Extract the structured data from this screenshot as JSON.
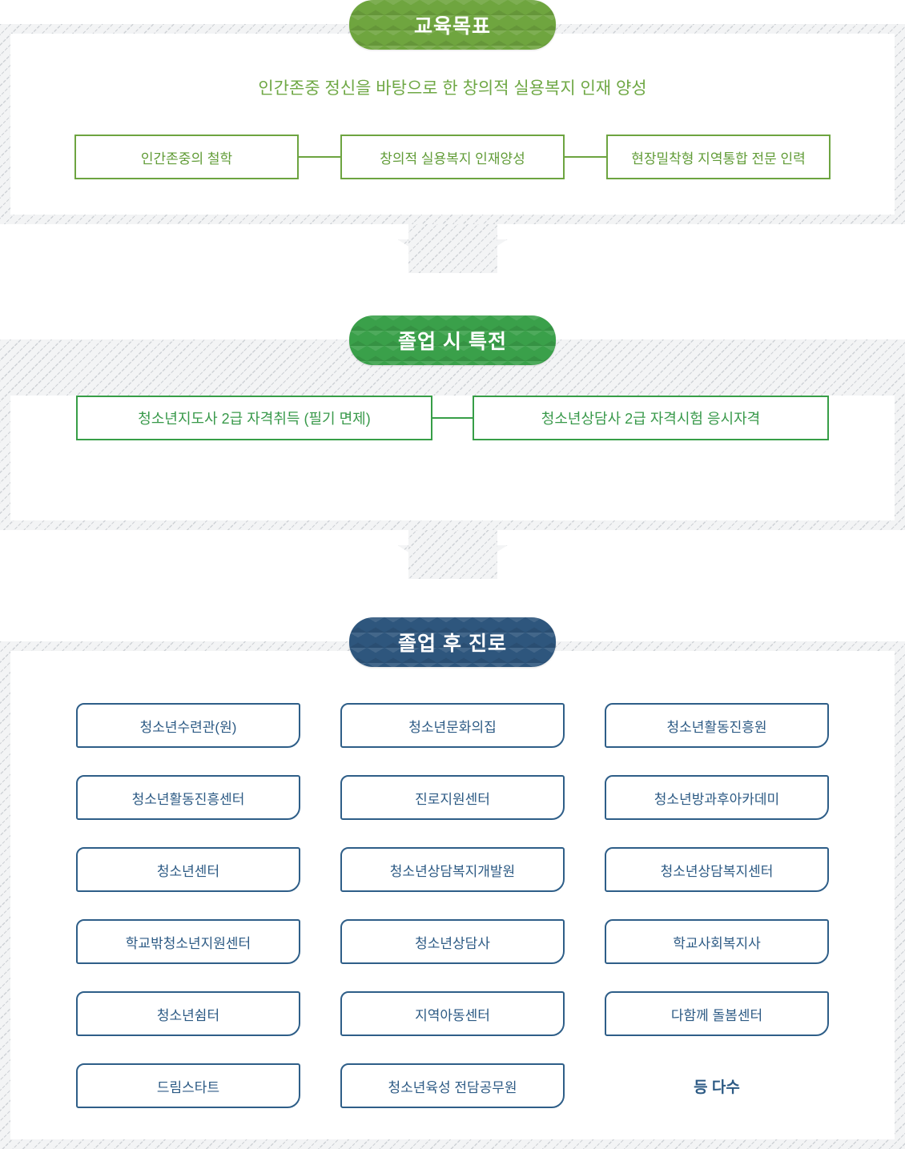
{
  "colors": {
    "section1_accent": "#6da440",
    "section2_accent": "#379e47",
    "section3_accent": "#2e5e88",
    "badge1_bg": "#6fa53f",
    "badge2_bg": "#3aa04a",
    "badge3_bg": "#2e567d",
    "hatch_base": "#f3f4f5",
    "hatch_line": "#aab1b6"
  },
  "sections": [
    {
      "badge": "교육목표",
      "subtitle": "인간존중 정신을 바탕으로 한 창의적 실용복지 인재 양성",
      "boxes": [
        "인간존중의 철학",
        "창의적 실용복지 인재양성",
        "현장밀착형 지역통합 전문 인력"
      ]
    },
    {
      "badge": "졸업 시 특전",
      "boxes": [
        "청소년지도사 2급 자격취득 (필기 면제)",
        "청소년상담사 2급 자격시험 응시자격"
      ]
    },
    {
      "badge": "졸업 후 진로",
      "grid": [
        [
          "청소년수련관(원)",
          "청소년문화의집",
          "청소년활동진흥원"
        ],
        [
          "청소년활동진흥센터",
          "진로지원센터",
          "청소년방과후아카데미"
        ],
        [
          "청소년센터",
          "청소년상담복지개발원",
          "청소년상담복지센터"
        ],
        [
          "학교밖청소년지원센터",
          "청소년상담사",
          "학교사회복지사"
        ],
        [
          "청소년쉼터",
          "지역아동센터",
          "다함께 돌봄센터"
        ],
        [
          "드림스타트",
          "청소년육성 전담공무원",
          "등 다수"
        ]
      ]
    }
  ]
}
